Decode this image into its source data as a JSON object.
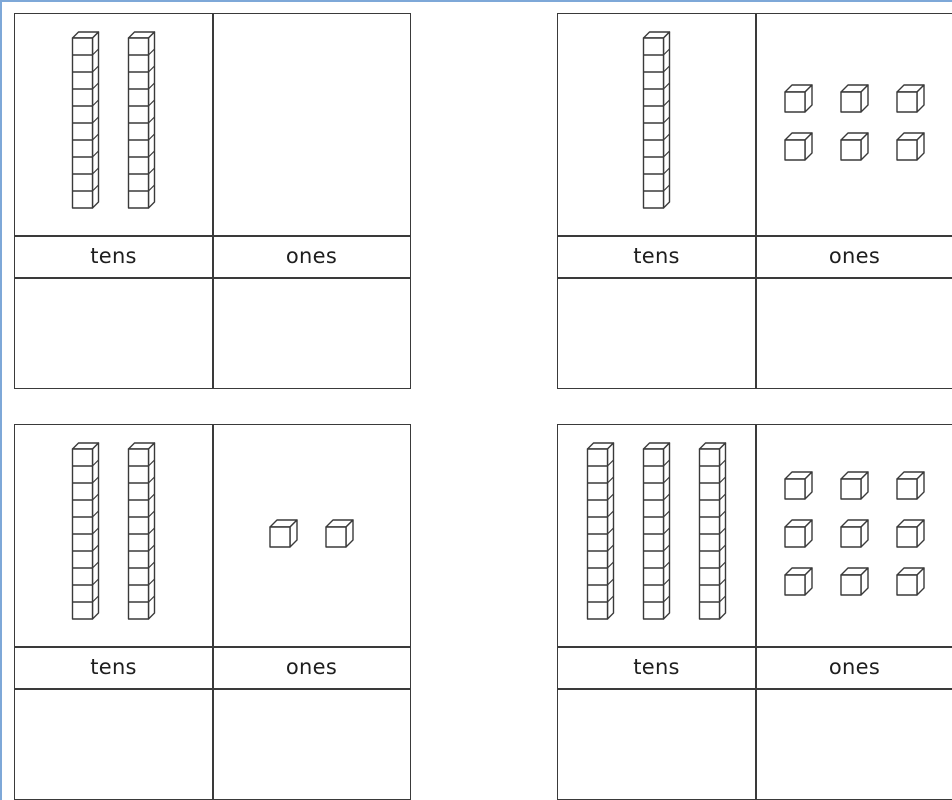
{
  "labels": {
    "tens": "tens",
    "ones": "ones"
  },
  "charts": [
    {
      "tens_rods": 2,
      "ones_cubes": 0
    },
    {
      "tens_rods": 1,
      "ones_cubes": 6
    },
    {
      "tens_rods": 2,
      "ones_cubes": 2
    },
    {
      "tens_rods": 3,
      "ones_cubes": 9
    }
  ],
  "colors": {
    "line": "#3a3a3a",
    "frame": "#7ea8d8"
  }
}
